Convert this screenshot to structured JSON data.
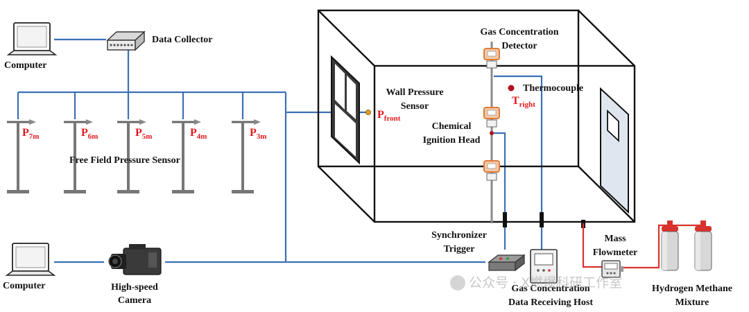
{
  "labels": {
    "computer_top": "Computer",
    "computer_bottom": "Computer",
    "data_collector": "Data Collector",
    "free_field": "Free Field Pressure Sensor",
    "camera_line1": "High-speed",
    "camera_line2": "Camera",
    "gas_detector_line1": "Gas Concentration",
    "gas_detector_line2": "Detector",
    "wall_sensor_line1": "Wall Pressure",
    "wall_sensor_line2": "Sensor",
    "thermocouple": "Thermocouple",
    "ignition_line1": "Chemical",
    "ignition_line2": "Ignition Head",
    "synchronizer_line1": "Synchronizer",
    "synchronizer_line2": "Trigger",
    "mass_line1": "Mass",
    "mass_line2": "Flowmeter",
    "host_line1": "Gas Concentration",
    "host_line2": "Data Receiving Host",
    "mixture_line1": "Hydrogen Methane",
    "mixture_line2": "Mixture"
  },
  "sensor_labels": [
    {
      "main": "P",
      "sub": "7m"
    },
    {
      "main": "P",
      "sub": "6m"
    },
    {
      "main": "P",
      "sub": "5m"
    },
    {
      "main": "P",
      "sub": "4m"
    },
    {
      "main": "P",
      "sub": "3m"
    }
  ],
  "p_front": {
    "main": "P",
    "sub": "front"
  },
  "t_right": {
    "main": "T",
    "sub": "right"
  },
  "watermark": "公众号 · X燃爆科研工作室",
  "colors": {
    "signal_line": "#3b6fb6",
    "gas_line": "#d8322c",
    "label_red": "#e0191e",
    "detector_orange": "#e07b39",
    "cylinder_red": "#d8322c"
  }
}
